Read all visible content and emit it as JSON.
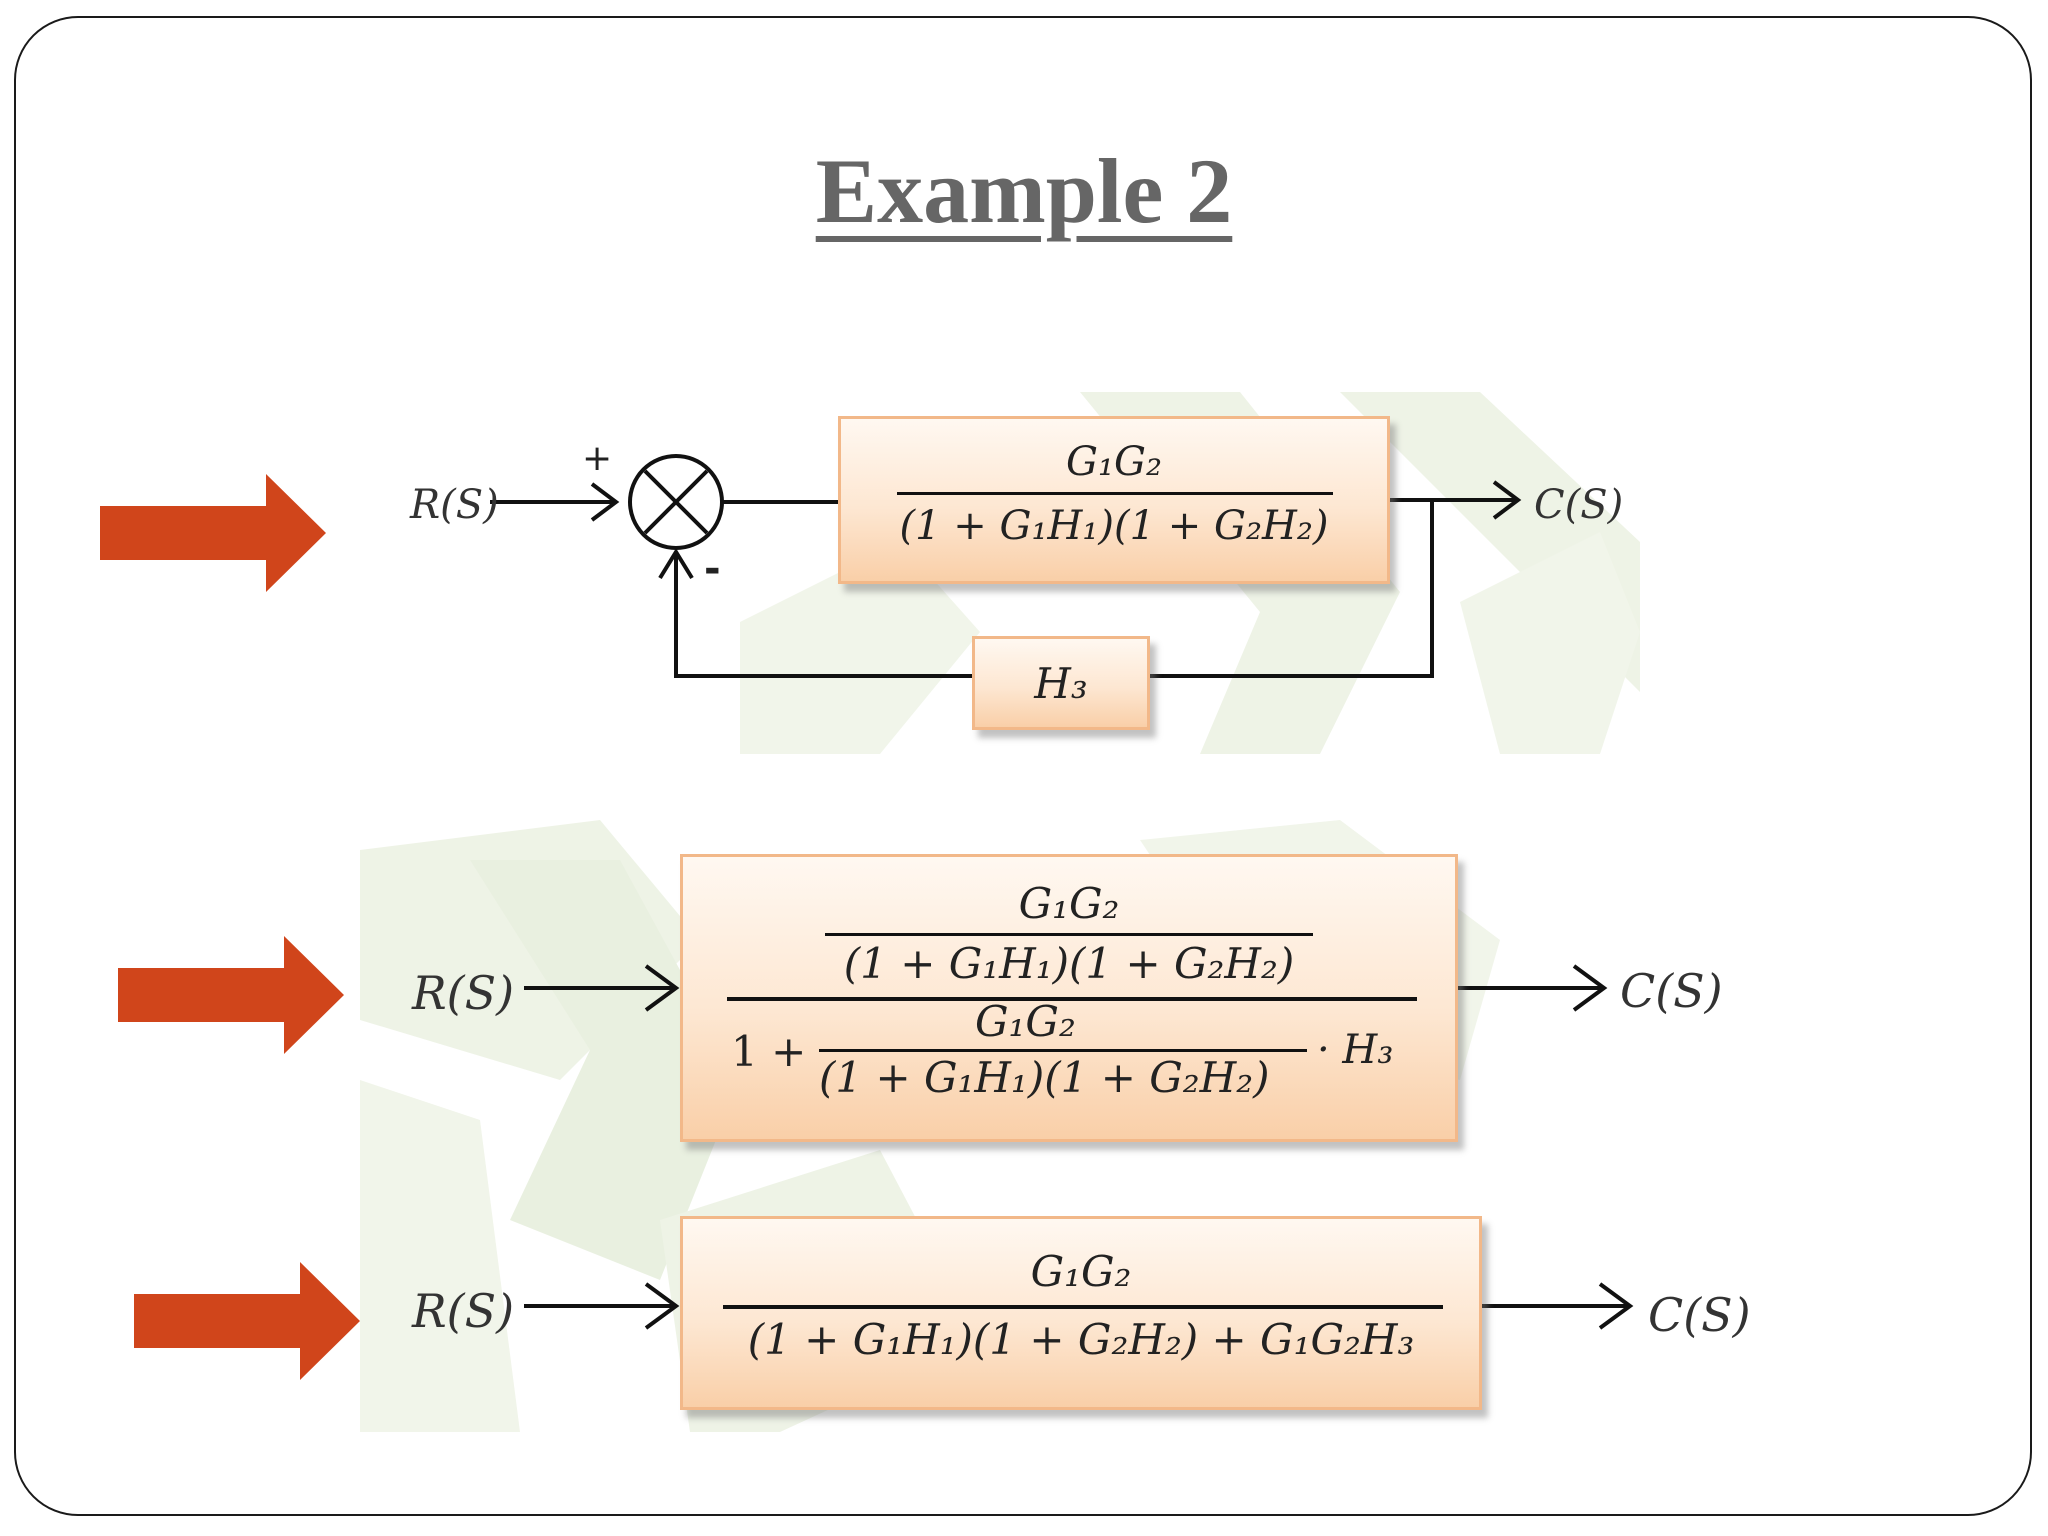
{
  "title": "Example 2",
  "colors": {
    "indicator_arrow": "#d0451b",
    "block_border": "#f2b889",
    "title_text": "#666666"
  },
  "diagram1": {
    "input": "R(S)",
    "output": "C(S)",
    "plus_sign": "+",
    "minus_sign": "-",
    "forward_block": {
      "numerator": "G₁G₂",
      "denominator": "(1 + G₁H₁)(1 + G₂H₂)"
    },
    "feedback_block": "H₃"
  },
  "diagram2": {
    "input": "R(S)",
    "output": "C(S)",
    "block": {
      "num_numerator": "G₁G₂",
      "num_denominator": "(1 + G₁H₁)(1 + G₂H₂)",
      "den_prefix": "1 +",
      "den_inner_numerator": "G₁G₂",
      "den_inner_denominator": "(1 + G₁H₁)(1 + G₂H₂)",
      "den_suffix": "· H₃"
    }
  },
  "diagram3": {
    "input": "R(S)",
    "output": "C(S)",
    "block": {
      "numerator": "G₁G₂",
      "denominator": "(1 + G₁H₁)(1 + G₂H₂) + G₁G₂H₃"
    }
  },
  "icons": [
    "right-arrow-icon",
    "summing-junction-icon"
  ]
}
